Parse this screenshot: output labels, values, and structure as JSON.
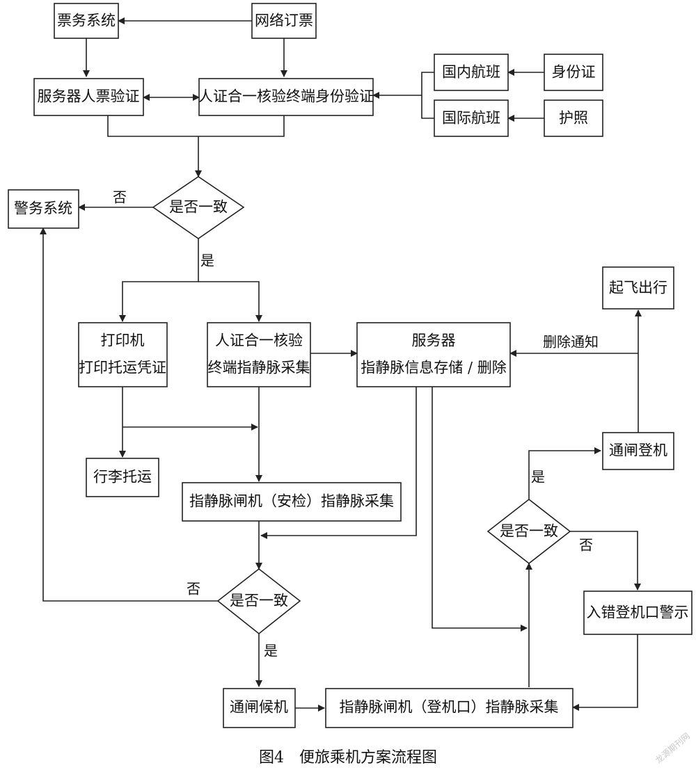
{
  "nodes": {
    "ticket_system": "票务系统",
    "online_booking": "网络订票",
    "server_ticket_verify": "服务器人票验证",
    "terminal_id_verify": "人证合一核验终端身份验证",
    "domestic_flight": "国内航班",
    "international_flight": "国际航班",
    "id_card": "身份证",
    "passport": "护照",
    "police_system": "警务系统",
    "decision_1": "是否一致",
    "printer_line1": "打印机",
    "printer_line2": "打印托运凭证",
    "terminal_collect_line1": "人证合一核验",
    "terminal_collect_line2": "终端指静脉采集",
    "server_line1": "服务器",
    "server_line2": "指静脉信息存储 / 删除",
    "takeoff": "起飞出行",
    "baggage": "行李托运",
    "gate_board": "通闸登机",
    "security_gate": "指静脉闸机（安检）指静脉采集",
    "decision_2": "是否一致",
    "decision_3": "是否一致",
    "wrong_gate_alert": "入错登机口警示",
    "gate_wait": "通闸候机",
    "boarding_gate_collect": "指静脉闸机（登机口）指静脉采集"
  },
  "edge_labels": {
    "no_1": "否",
    "yes_1": "是",
    "delete_notice": "删除通知",
    "yes_3": "是",
    "no_3": "否",
    "no_2": "否",
    "yes_2": "是"
  },
  "caption": "图4　便旅乘机方案流程图",
  "watermark": "龙源期刊网"
}
